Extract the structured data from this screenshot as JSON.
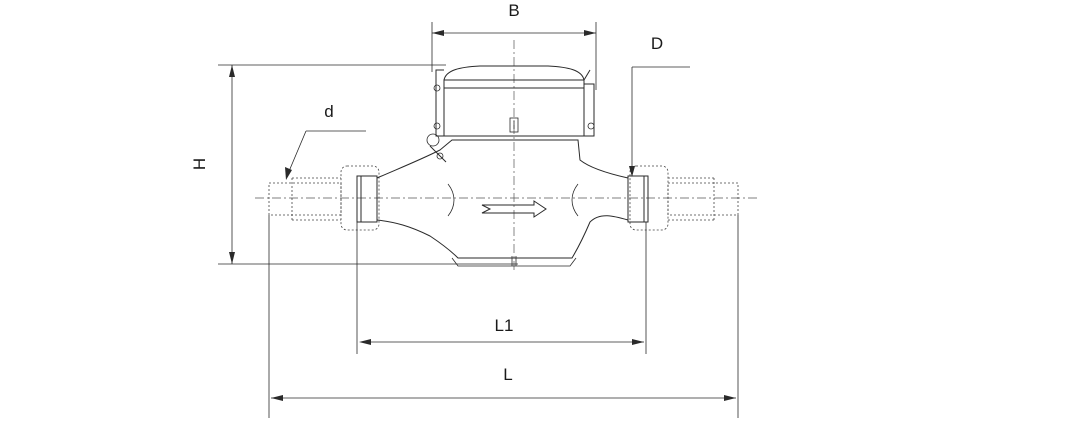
{
  "dimensions": {
    "B": "B",
    "D": "D",
    "d": "d",
    "H": "H",
    "L1": "L1",
    "L": "L"
  },
  "colors": {
    "line": "#2a2a2a",
    "background": "#ffffff"
  }
}
